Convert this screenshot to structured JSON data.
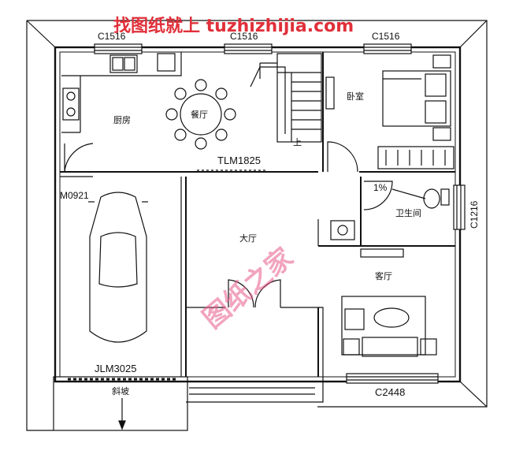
{
  "watermark": {
    "top_text": "找图纸就上 tuzhizhijia.com",
    "diagonal_text": "图纸之家",
    "color": "#e0303a"
  },
  "window_labels": {
    "top_left": "C1516",
    "top_middle": "C1516",
    "top_right": "C1516",
    "right_side": "C1216",
    "bottom_right": "C2448"
  },
  "door_labels": {
    "garage_side_door": "M0921",
    "sliding_door": "TLM1825",
    "garage_door": "JLM3025"
  },
  "rooms": {
    "kitchen": "厨房",
    "dining": "餐厅",
    "bedroom": "卧室",
    "bathroom": "卫生间",
    "hall": "大厅",
    "living": "客厅",
    "ramp": "斜坡",
    "stair_up": "上",
    "slope_mark": "1%"
  },
  "colors": {
    "line": "#111111",
    "watermark_red": "#e0303a",
    "watermark_pink": "#e85a8a"
  }
}
